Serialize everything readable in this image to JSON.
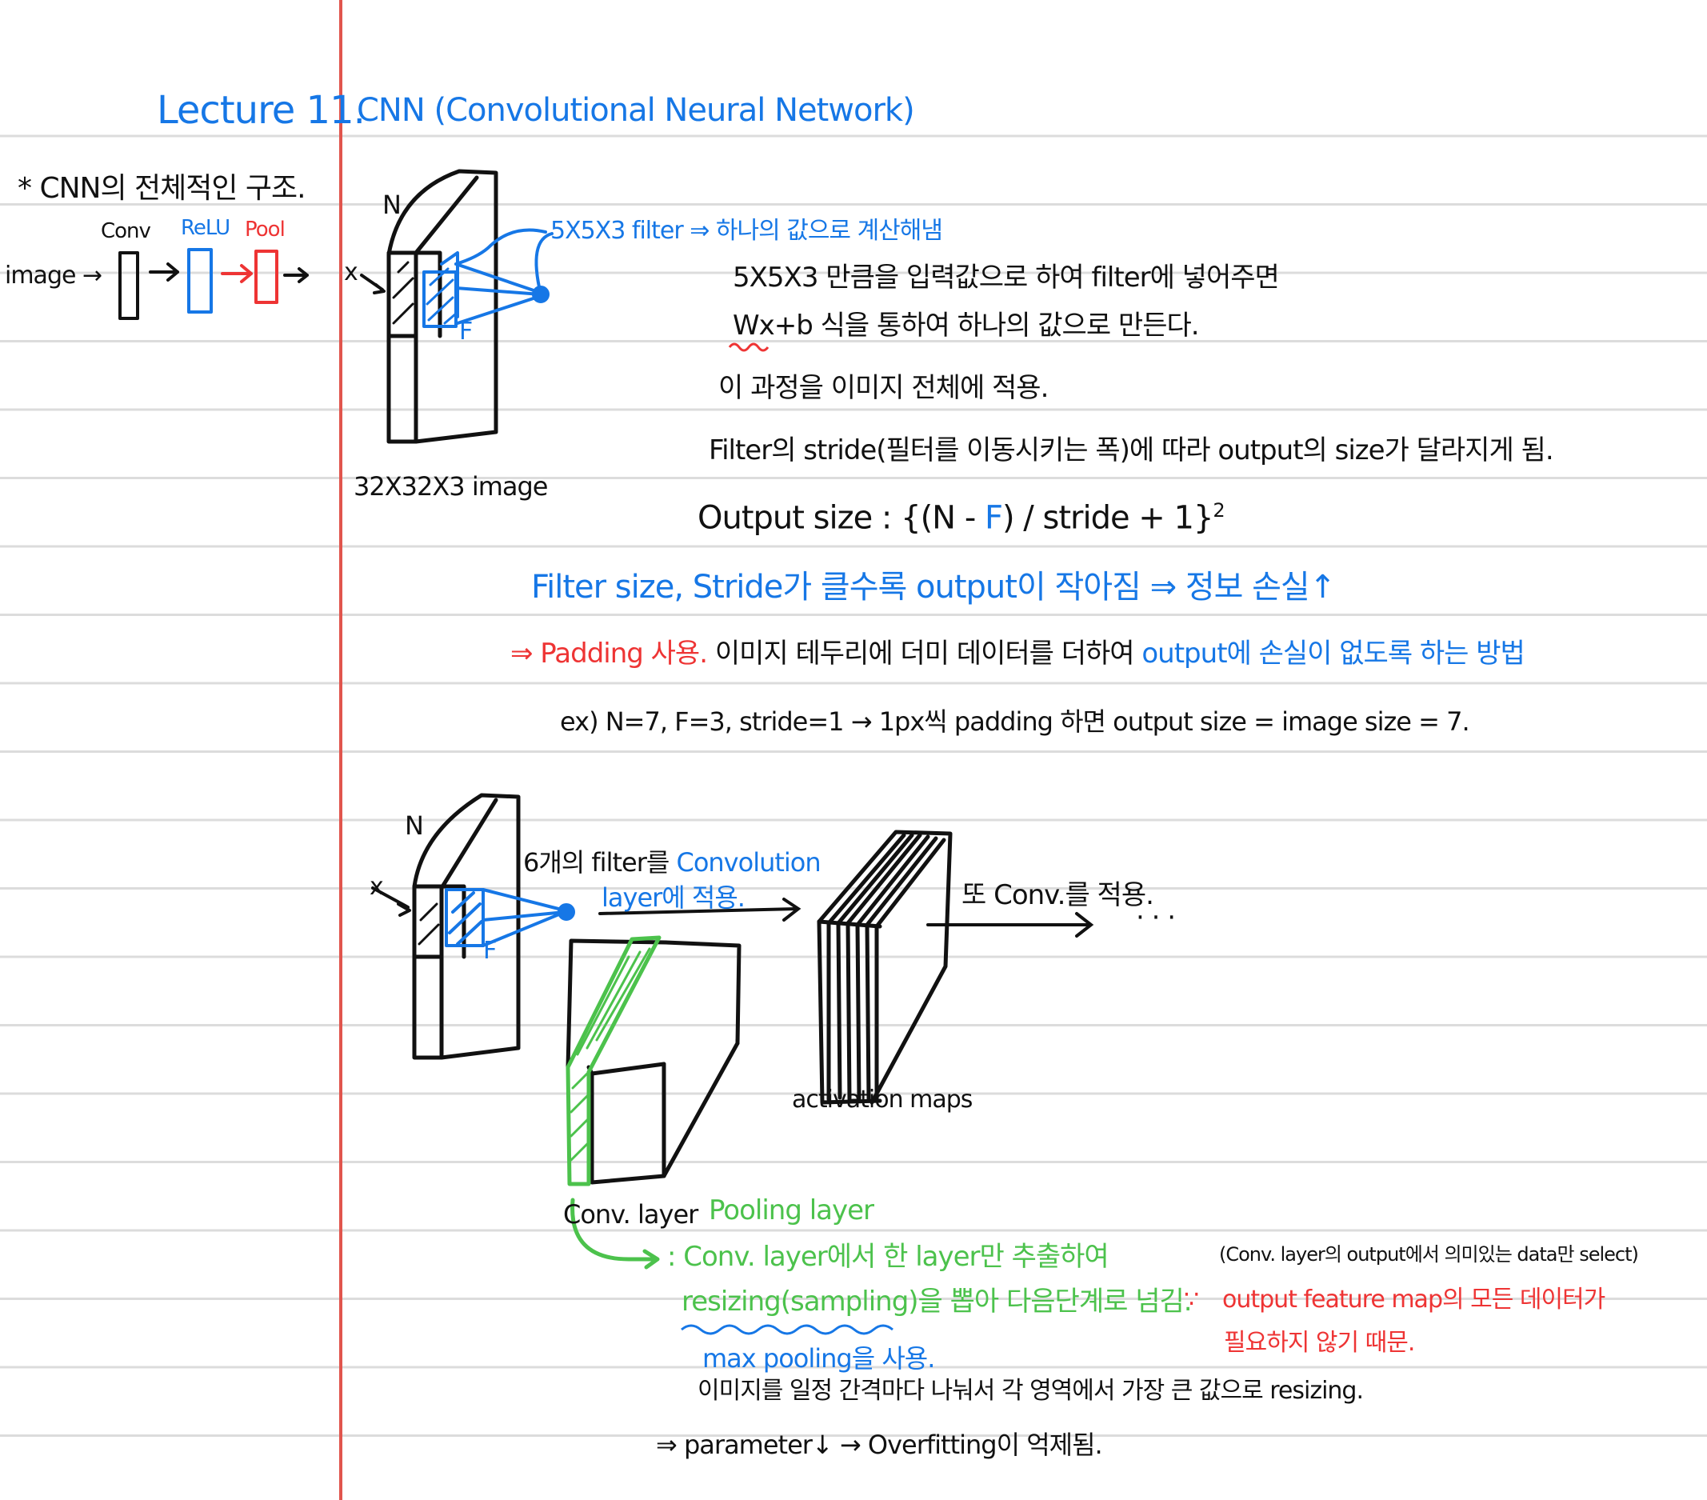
{
  "colors": {
    "ink": "#111111",
    "blue": "#1677e6",
    "red": "#ee3434",
    "green": "#4cc24c",
    "margin_line": "#e1554d",
    "rule_line": "#dcdcdc"
  },
  "header": {
    "lecture": "Lecture 11.",
    "title": "CNN (Convolutional Neural Network)"
  },
  "overview": {
    "heading": "* CNN의 전체적인 구조.",
    "labels": {
      "conv": "Conv",
      "relu": "ReLU",
      "pool": "Pool"
    },
    "pipeline_input": "image →",
    "x_label": "x"
  },
  "filter_section": {
    "n_label": "N",
    "f_label": "F",
    "image_caption": "32X32X3 image",
    "filter_note": "5X5X3 filter ⇒ 하나의 값으로 계산해냄",
    "line1": "5X5X3 만큼을 입력값으로 하여 filter에 넣어주면",
    "line2": "Wx+b 식을 통하여 하나의 값으로 만든다.",
    "line3": "이 과정을 이미지 전체에 적용.",
    "line4": "Filter의 stride(필터를 이동시키는 폭)에 따라 output의 size가 달라지게 됨.",
    "formula_prefix": "Output size : {(N - ",
    "formula_f": "F",
    "formula_suffix": ") / stride + 1}",
    "formula_exp": "2",
    "blue_note": "Filter size, Stride가 클수록 output이 작아짐 ⇒ 정보 손실↑",
    "padding_red": "⇒ Padding 사용.",
    "padding_black": "이미지 테두리에 더미 데이터를 더하여",
    "padding_blue": "output에 손실이 없도록 하는 방법",
    "example": "ex) N=7, F=3, stride=1 → 1px씩 padding 하면 output size = image size = 7."
  },
  "conv_section": {
    "n_label": "N",
    "f_label": "F",
    "x_label": "x",
    "six_filters_black": "6개의 filter를",
    "six_filters_blue_1": "Convolution",
    "six_filters_blue_2": "layer에 적용.",
    "again_conv": "또 Conv.를 적용.",
    "ellipsis": "· · ·",
    "activation_maps": "activation maps",
    "conv_layer": "Conv. layer",
    "pooling_layer": "Pooling layer",
    "pool_line1": ": Conv. layer에서 한 layer만 추출하여",
    "pool_line2": "resizing(sampling)을 뽑아 다음단계로 넘김.",
    "because_mark": "∵",
    "reason_black": "(Conv. layer의 output에서 의미있는 data만 select)",
    "reason_red_1": "output feature map의 모든 데이터가",
    "reason_red_2": "필요하지 않기 때문.",
    "max_pooling": "max pooling을 사용.",
    "max_desc": "이미지를 일정 간격마다 나눠서 각 영역에서 가장 큰 값으로 resizing.",
    "result": "⇒ parameter↓ → Overfitting이 억제됨."
  }
}
